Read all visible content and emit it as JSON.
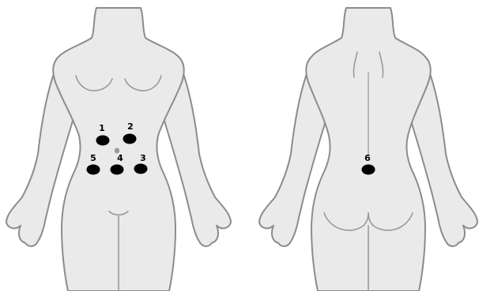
{
  "figure": {
    "front_view": {
      "points": [
        {
          "label": "1"
        },
        {
          "label": "2"
        },
        {
          "label": "3"
        },
        {
          "label": "4"
        },
        {
          "label": "5"
        }
      ]
    },
    "back_view": {
      "points": [
        {
          "label": "6"
        }
      ]
    },
    "navel_marker": true,
    "colors": {
      "skin": "#eaeaea",
      "outline": "#8c8c8c",
      "point_fill": "#000000",
      "label_color": "#000000",
      "navel_color": "#9a9a9a"
    }
  }
}
